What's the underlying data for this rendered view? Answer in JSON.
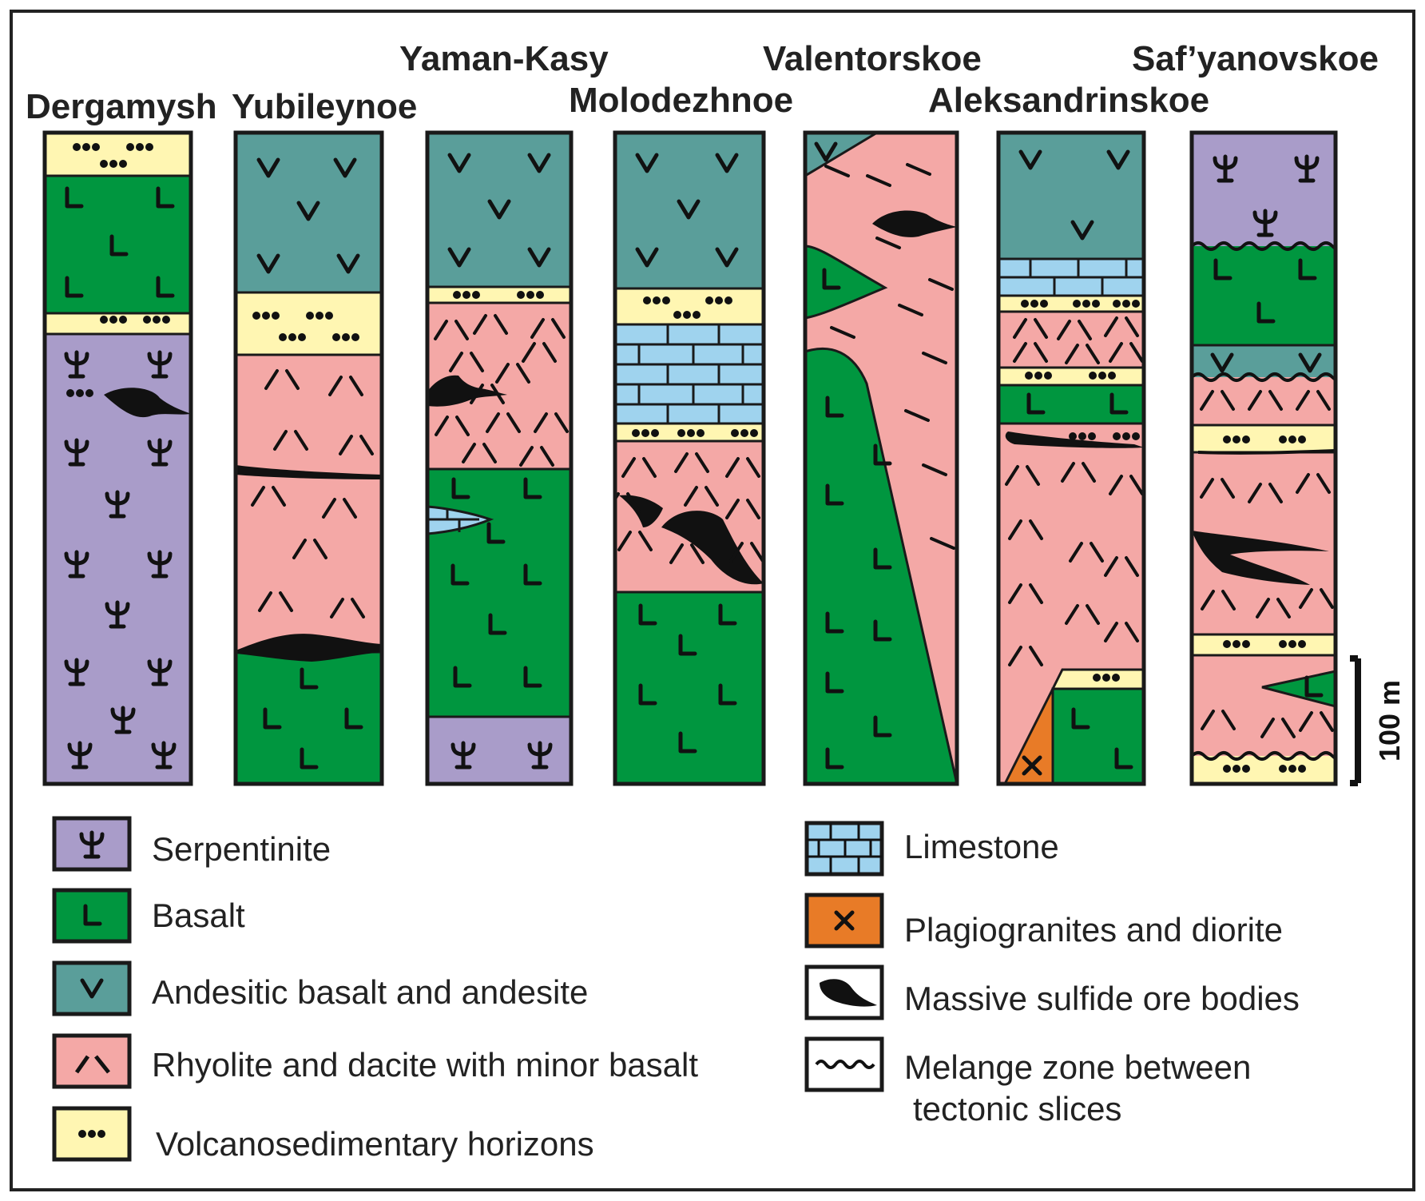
{
  "colors": {
    "serpentinite": "#A99CC9",
    "basalt": "#00963F",
    "andesite": "#5A9E9A",
    "rhyolite": "#F4A8A6",
    "volcanosedimentary": "#FFF6B2",
    "limestone": "#9FD3EE",
    "plagiogranite": "#E87B27",
    "ore": "#111111",
    "outline": "#1a1a1a"
  },
  "columns": [
    {
      "id": "dergamysh",
      "title": "Dergamysh"
    },
    {
      "id": "yubileynoe",
      "title": "Yubileynoe"
    },
    {
      "id": "yaman-kasy",
      "title": "Yaman-Kasy"
    },
    {
      "id": "molodezhnoe",
      "title": "Molodezhnoe"
    },
    {
      "id": "valentorskoe",
      "title": "Valentorskoe"
    },
    {
      "id": "aleksandrinskoe",
      "title": "Aleksandrinskoe"
    },
    {
      "id": "safyanovskoe",
      "title": "Saf’yanovskoe"
    }
  ],
  "scale": {
    "label": "100 m"
  },
  "legend": [
    {
      "id": "serpentinite",
      "label": "Serpentinite",
      "icon": "serpentinite-symbol-icon"
    },
    {
      "id": "basalt",
      "label": "Basalt",
      "icon": "basalt-symbol-icon"
    },
    {
      "id": "andesite",
      "label": "Andesitic basalt and andesite",
      "icon": "andesite-symbol-icon"
    },
    {
      "id": "rhyolite",
      "label": "Rhyolite and dacite with minor basalt",
      "icon": "rhyolite-symbol-icon"
    },
    {
      "id": "volcanosedimentary",
      "label": "Volcanosedimentary horizons",
      "icon": "dots-symbol-icon"
    },
    {
      "id": "limestone",
      "label": "Limestone",
      "icon": "limestone-brick-icon"
    },
    {
      "id": "plagiogranite",
      "label": "Plagiogranites and diorite",
      "icon": "cross-symbol-icon"
    },
    {
      "id": "ore",
      "label": "Massive sulfide ore bodies",
      "icon": "ore-body-icon"
    },
    {
      "id": "melange",
      "label": "Melange zone between",
      "label2": "tectonic slices",
      "icon": "wavy-line-icon"
    }
  ]
}
